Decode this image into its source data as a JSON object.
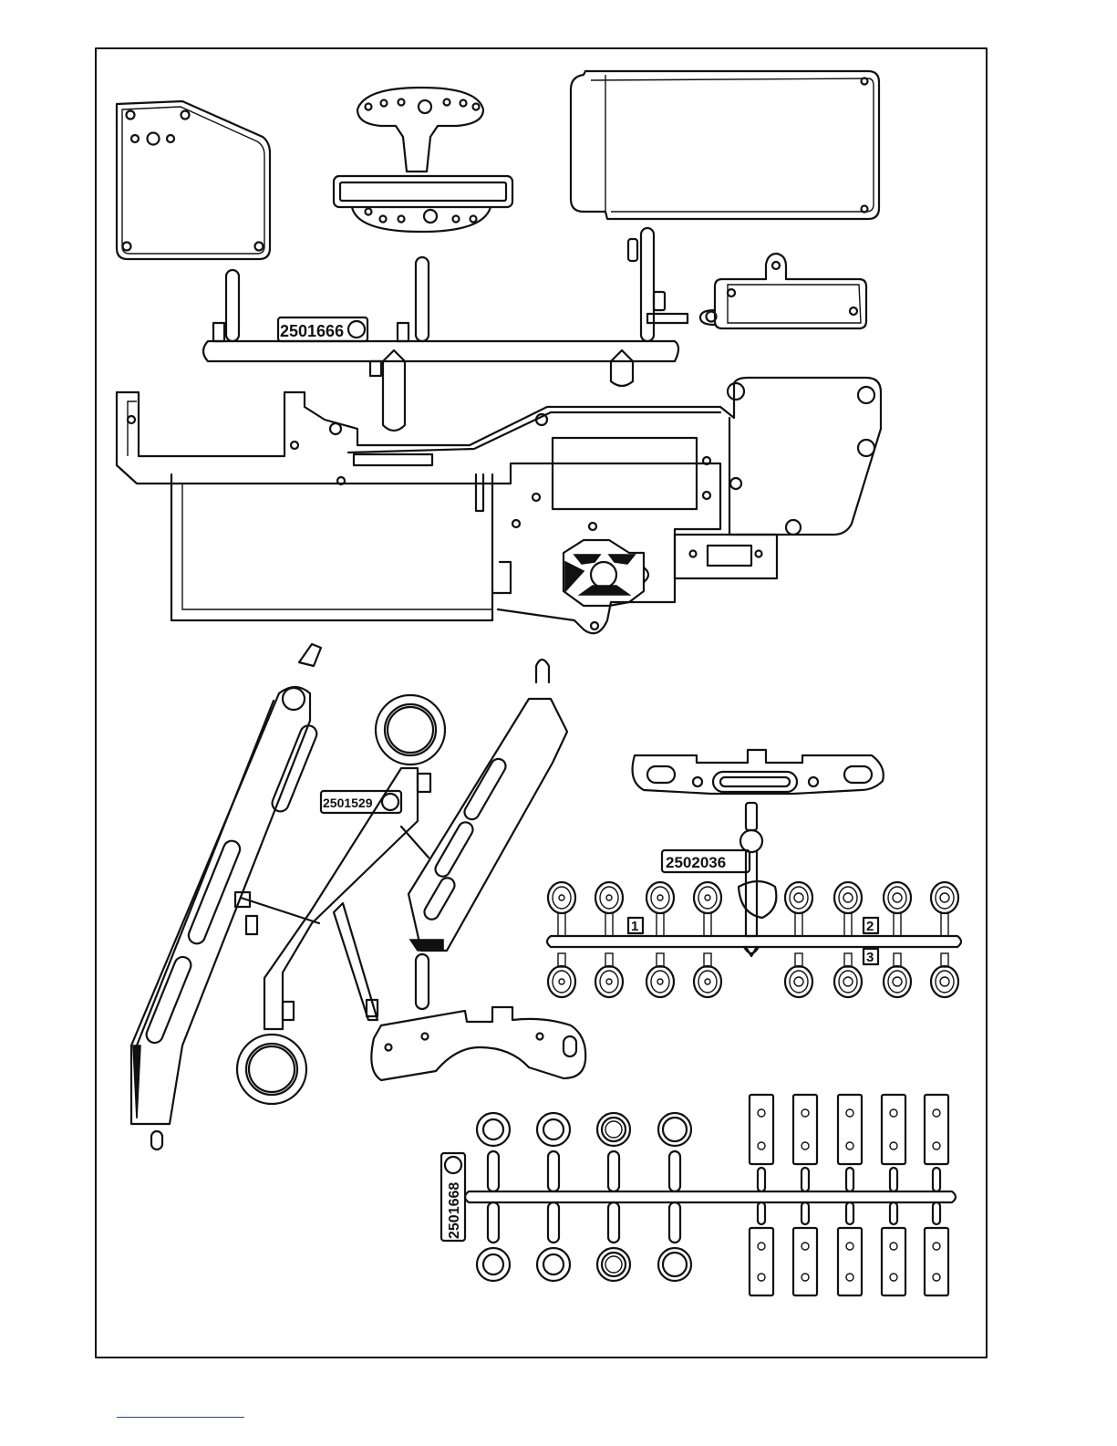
{
  "sprues": [
    {
      "id": "sprue-a",
      "code": "2501666"
    },
    {
      "id": "sprue-b",
      "code": "2501529"
    },
    {
      "id": "sprue-c",
      "code": "2502036",
      "position_labels": [
        "1",
        "2",
        "3"
      ]
    },
    {
      "id": "sprue-d",
      "code": "2501668"
    }
  ],
  "colors": {
    "ink": "#111111",
    "paper": "#ffffff",
    "footer_link": "#2244cc"
  }
}
